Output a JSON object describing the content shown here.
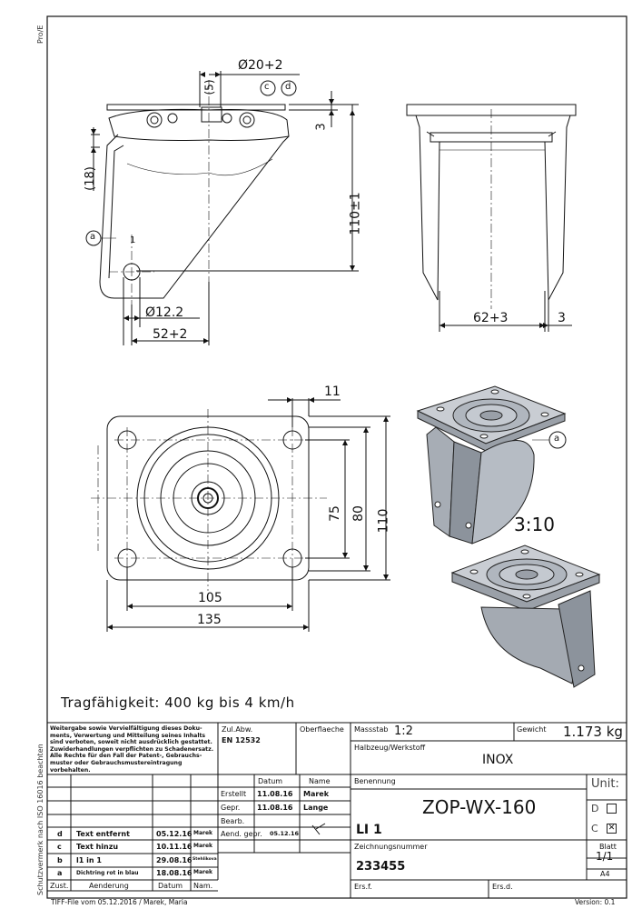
{
  "side_labels": {
    "top": "Pro/E",
    "bottom": "Schutzvermerk nach ISO 16016 beachten"
  },
  "dimensions": {
    "bore_dia": "Ø20+2",
    "five": "(5)",
    "circle_c": "c",
    "circle_d": "d",
    "three_top": "3",
    "eighteen": "(18)",
    "height": "110±1",
    "circle_a_left": "a",
    "hole_dia": "Ø12.2",
    "offset": "52+2",
    "width_fork": "62+3",
    "three_right": "3",
    "eleven": "11",
    "seventy_five": "75",
    "eighty": "80",
    "hundred_ten": "110",
    "hundred_five": "105",
    "hundred_thirty_five": "135",
    "circle_a_iso": "a",
    "scale_iso": "3:10",
    "one_mark": "1"
  },
  "capacity_note": "Tragfähigkeit: 400 kg bis 4 km/h",
  "title_block": {
    "legal_text": [
      "Weitergabe sowie Vervielfältigung dieses Doku-",
      "ments, Verwertung und Mitteilung seines Inhalts",
      "sind verboten, soweit nicht ausdrücklich gestattet.",
      "Zuwiderhandlungen verpflichten zu Schadenersatz.",
      "Alle Rechte für den Fall der Patent-, Gebrauchs-",
      "muster oder Gebrauchsmustereintragung vorbehalten."
    ],
    "zul_abw_label": "Zul.Abw.",
    "zul_abw_value": "EN 12532",
    "oberflaeche_label": "Oberflaeche",
    "massstab_label": "Massstab",
    "massstab_value": "1:2",
    "gewicht_label": "Gewicht",
    "gewicht_value": "1.173 kg",
    "halbzeug_label": "Halbzeug/Werkstoff",
    "halbzeug_value": "INOX",
    "datum_header": "Datum",
    "name_header": "Name",
    "benennung_label": "Benennung",
    "unit_label": "Unit:",
    "erstellt_label": "Erstellt",
    "erstellt_date": "11.08.16",
    "erstellt_name": "Marek",
    "gepr_label": "Gepr.",
    "gepr_date": "11.08.16",
    "gepr_name": "Lange",
    "bearb_label": "Bearb.",
    "title_main": "ZOP-WX-160",
    "unit_d": "D",
    "unit_c": "C",
    "li_label": "LI 1",
    "aend_label": "Aend. gepr.",
    "aend_date": "05.12.16",
    "zeichnungsnummer_label": "Zeichnungsnummer",
    "zeichnungsnummer_value": "233455",
    "blatt_label": "Blatt",
    "blatt_value": "1/1",
    "format": "A4",
    "ers_f_label": "Ers.f.",
    "ers_d_label": "Ers.d.",
    "rev_headers": {
      "zust": "Zust.",
      "aenderung": "Aenderung",
      "datum": "Datum",
      "nam": "Nam."
    },
    "revisions": [
      {
        "zust": "d",
        "text": "Text entfernt",
        "datum": "05.12.16",
        "name": "Marek"
      },
      {
        "zust": "c",
        "text": "Text hinzu",
        "datum": "10.11.16",
        "name": "Marek"
      },
      {
        "zust": "b",
        "text": "l1 in 1",
        "datum": "29.08.16",
        "name": "Stehlikova"
      },
      {
        "zust": "a",
        "text": "Dichtring rot in blau",
        "datum": "18.08.16",
        "name": "Marek"
      }
    ]
  },
  "footer_left": "TIFF-File vom 05.12.2016 / Marek, Maria",
  "footer_right": "Version: 0.1"
}
